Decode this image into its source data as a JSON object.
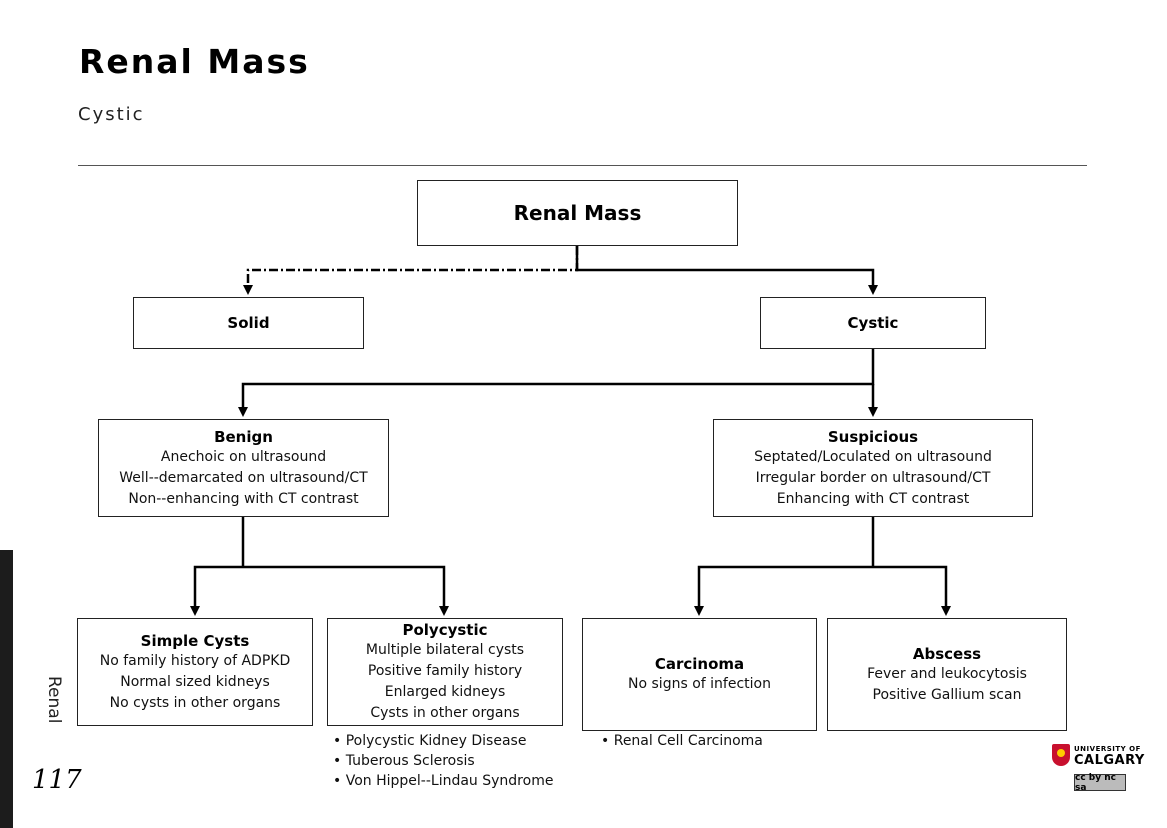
{
  "header": {
    "title": "Renal Mass",
    "subtitle": "Cystic"
  },
  "diagram": {
    "root": {
      "label": "Renal Mass"
    },
    "solid": {
      "label": "Solid"
    },
    "cystic": {
      "label": "Cystic"
    },
    "benign": {
      "label": "Benign",
      "lines": [
        "Anechoic on ultrasound",
        "Well--demarcated on ultrasound/CT",
        "Non--enhancing with CT contrast"
      ]
    },
    "suspicious": {
      "label": "Suspicious",
      "lines": [
        "Septated/Loculated on ultrasound",
        "Irregular border on ultrasound/CT",
        "Enhancing with CT contrast"
      ]
    },
    "simple_cysts": {
      "label": "Simple Cysts",
      "lines": [
        "No family history of ADPKD",
        "Normal sized kidneys",
        "No cysts in other organs"
      ]
    },
    "polycystic": {
      "label": "Polycystic",
      "lines": [
        "Multiple bilateral cysts",
        "Positive family history",
        "Enlarged kidneys",
        "Cysts in other organs"
      ]
    },
    "carcinoma": {
      "label": "Carcinoma",
      "lines": [
        "No signs of infection"
      ]
    },
    "abscess": {
      "label": "Abscess",
      "lines": [
        "Fever and leukocytosis",
        "Positive Gallium scan"
      ]
    },
    "polycystic_notes": [
      "Polycystic Kidney Disease",
      "Tuberous Sclerosis",
      "Von Hippel--Lindau Syndrome"
    ],
    "carcinoma_notes": [
      "Renal Cell Carcinoma"
    ]
  },
  "footer": {
    "section": "Renal",
    "page_number": "117",
    "logo_line1": "UNIVERSITY OF",
    "logo_line2": "CALGARY",
    "license": "cc by nc sa"
  }
}
